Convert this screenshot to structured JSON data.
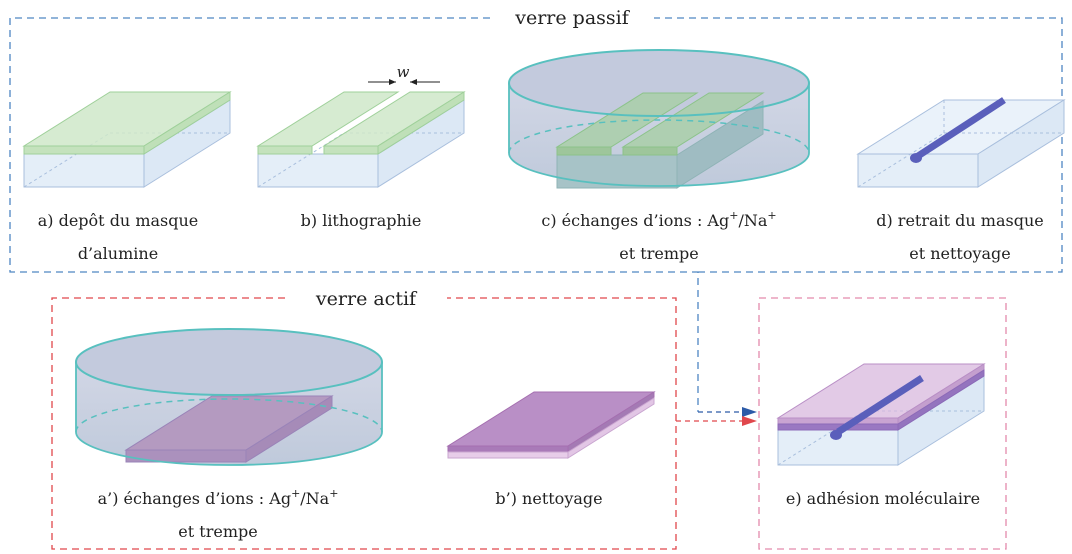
{
  "groups": {
    "passive": {
      "title": "verre passif",
      "color": "#4f86c2"
    },
    "active": {
      "title": "verre actif",
      "color": "#e0474c"
    },
    "final": {
      "color": "#e38aac"
    }
  },
  "steps": {
    "a": {
      "line1": "a) depôt du masque",
      "line2": "d’alumine"
    },
    "b": {
      "line1": "b) lithographie",
      "width_symbol": "w"
    },
    "c": {
      "line1_prefix": "c) échanges d’ions :  Ag",
      "sup1": "+",
      "slash": "/Na",
      "sup2": "+",
      "line2": "et trempe"
    },
    "d": {
      "line1": "d) retrait du masque",
      "line2": "et nettoyage"
    },
    "a2": {
      "line1_prefix": "a’) échanges d’ions :  Ag",
      "sup1": "+",
      "slash": "/Na",
      "sup2": "+",
      "line2": "et trempe"
    },
    "b2": {
      "line1": "b’) nettoyage"
    },
    "e": {
      "line1": "e) adhésion moléculaire"
    }
  },
  "colors": {
    "glass_fill": "#e4eef8",
    "glass_stroke": "#a9bfdd",
    "mask_fill": "#cfe8c9",
    "mask_stroke": "#9fd09a",
    "bath_rim": "#58c0bf",
    "bath_fill": "#b7c0d6",
    "guide": "#5a5fbb",
    "active_fill": "#c69ccb",
    "active_stroke": "#a56fb0",
    "arrow_blue": "#2c5ba8",
    "arrow_red": "#e0474c"
  }
}
